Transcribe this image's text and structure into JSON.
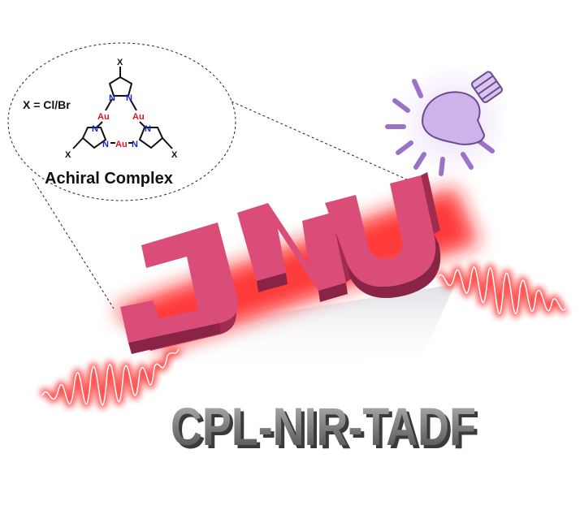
{
  "inset": {
    "formula_note": "X = Cl/Br",
    "caption": "Achiral Complex",
    "substituent": "X",
    "metal": "Au",
    "nitrogen": "N"
  },
  "logo_text": "JNU",
  "bottom_title": "CPL-NIR-TADF",
  "colors": {
    "block_top": "#d94d78",
    "block_side": "#a02c52",
    "glow": "#ff1a1a",
    "gold_atom": "#e0141c",
    "nitrogen_atom": "#1628c8",
    "bulb": "#cfb4ec",
    "title_gray": "#8c8c8c"
  },
  "icons": [
    "light-bulb-icon",
    "wave-left",
    "wave-right"
  ]
}
